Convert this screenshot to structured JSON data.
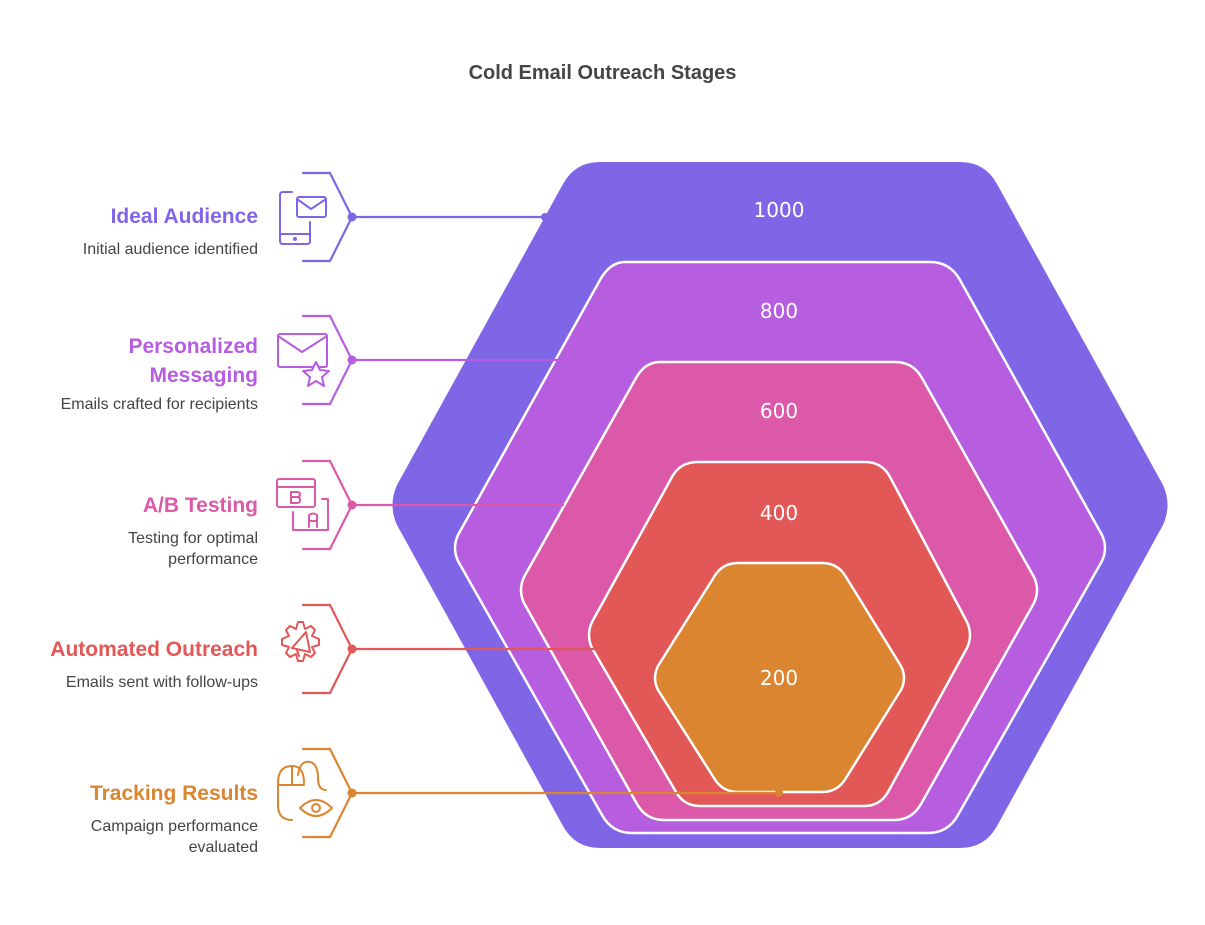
{
  "title": "Cold Email Outreach Stages",
  "stages": [
    {
      "label": "Ideal Audience",
      "description": "Initial audience identified",
      "value": "1000",
      "color": "#7E66E6",
      "icon": "mobile-email-icon"
    },
    {
      "label": "Personalized Messaging",
      "description": "Emails crafted for recipients",
      "value": "800",
      "color": "#B75DE0",
      "icon": "email-star-icon"
    },
    {
      "label": "A/B Testing",
      "description": "Testing for optimal performance",
      "value": "600",
      "color": "#DB59A8",
      "icon": "ab-test-icon"
    },
    {
      "label": "Automated Outreach",
      "description": "Emails sent with follow-ups",
      "value": "400",
      "color": "#E25856",
      "icon": "gear-megaphone-icon"
    },
    {
      "label": "Tracking Results",
      "description": "Campaign performance evaluated",
      "value": "200",
      "color": "#DB8530",
      "icon": "mouse-eye-icon"
    }
  ]
}
